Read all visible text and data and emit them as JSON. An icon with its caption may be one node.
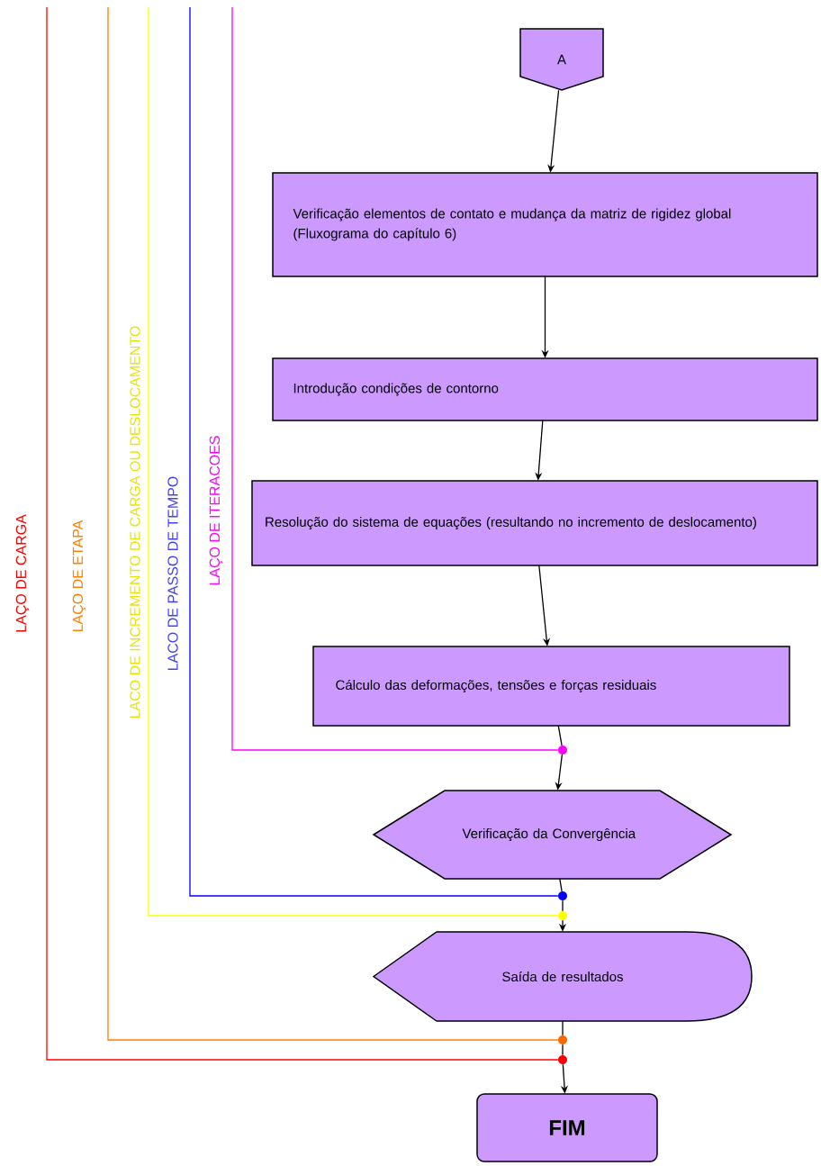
{
  "diagram": {
    "nodes": [
      {
        "text": [
          "A"
        ]
      },
      {
        "text": [
          "Verificação elementos de contato e mudança da matriz de rigidez global (Fluxograma do capítulo 6)"
        ]
      },
      {
        "text": [
          "Introdução condições de contorno"
        ]
      },
      {
        "text": [
          "Resolução do sistema de equações (resultando no incremento de deslocamento)"
        ]
      },
      {
        "text": [
          "Cálculo das deformações, tensões e forças residuais"
        ]
      },
      {
        "text": [],
        "shape": "circle"
      },
      {
        "text": [
          "Verificação da Convergência"
        ]
      },
      {
        "text": [],
        "shape": "circle"
      },
      {
        "text": [],
        "shape": "circle"
      },
      {
        "text": [
          "Saída de resultados"
        ]
      },
      {
        "text": [],
        "shape": "circle"
      },
      {
        "text": [],
        "shape": "circle"
      },
      {
        "text": [
          "FIM"
        ]
      }
    ],
    "edges": [
      {
        "from": 0,
        "to": 1,
        "arrow": "to"
      },
      {
        "from": 1,
        "to": 2,
        "arrow": "to"
      },
      {
        "from": 2,
        "to": 3,
        "arrow": "to"
      },
      {
        "from": 3,
        "to": 4,
        "arrow": "to"
      },
      {
        "from": 4,
        "to": 5,
        "arrow": "none"
      },
      {
        "from": 5,
        "to": 6,
        "arrow": "to"
      },
      {
        "from": 6,
        "to": 7,
        "arrow": "none"
      },
      {
        "from": 7,
        "to": 8,
        "arrow": "none"
      },
      {
        "from": 8,
        "to": 9,
        "arrow": "to"
      },
      {
        "from": 9,
        "to": 10,
        "arrow": "none"
      },
      {
        "from": 10,
        "to": 11,
        "arrow": "none"
      },
      {
        "from": 11,
        "to": 12,
        "arrow": "to"
      },
      {
        "from": null,
        "to": 5,
        "arrow": "none",
        "color": "#ff00ff"
      },
      {
        "from": null,
        "to": 7,
        "arrow": "none",
        "color": "#0000ff"
      },
      {
        "from": null,
        "to": 8,
        "arrow": "none",
        "color": "#ffff00"
      },
      {
        "from": null,
        "to": 10,
        "arrow": "none",
        "color": "#ff8000"
      },
      {
        "from": null,
        "to": 11,
        "arrow": "none",
        "color": "#ff0000"
      }
    ],
    "labels": [
      "LAÇO DE CARGA",
      "LAÇO DE ETAPA",
      "LACO DE INCREMENTO DE CARGA OU DESLOCAMENTO",
      "LACO DE PASSO DE TEMPO",
      "LAÇO DE ITERACOES"
    ]
  }
}
